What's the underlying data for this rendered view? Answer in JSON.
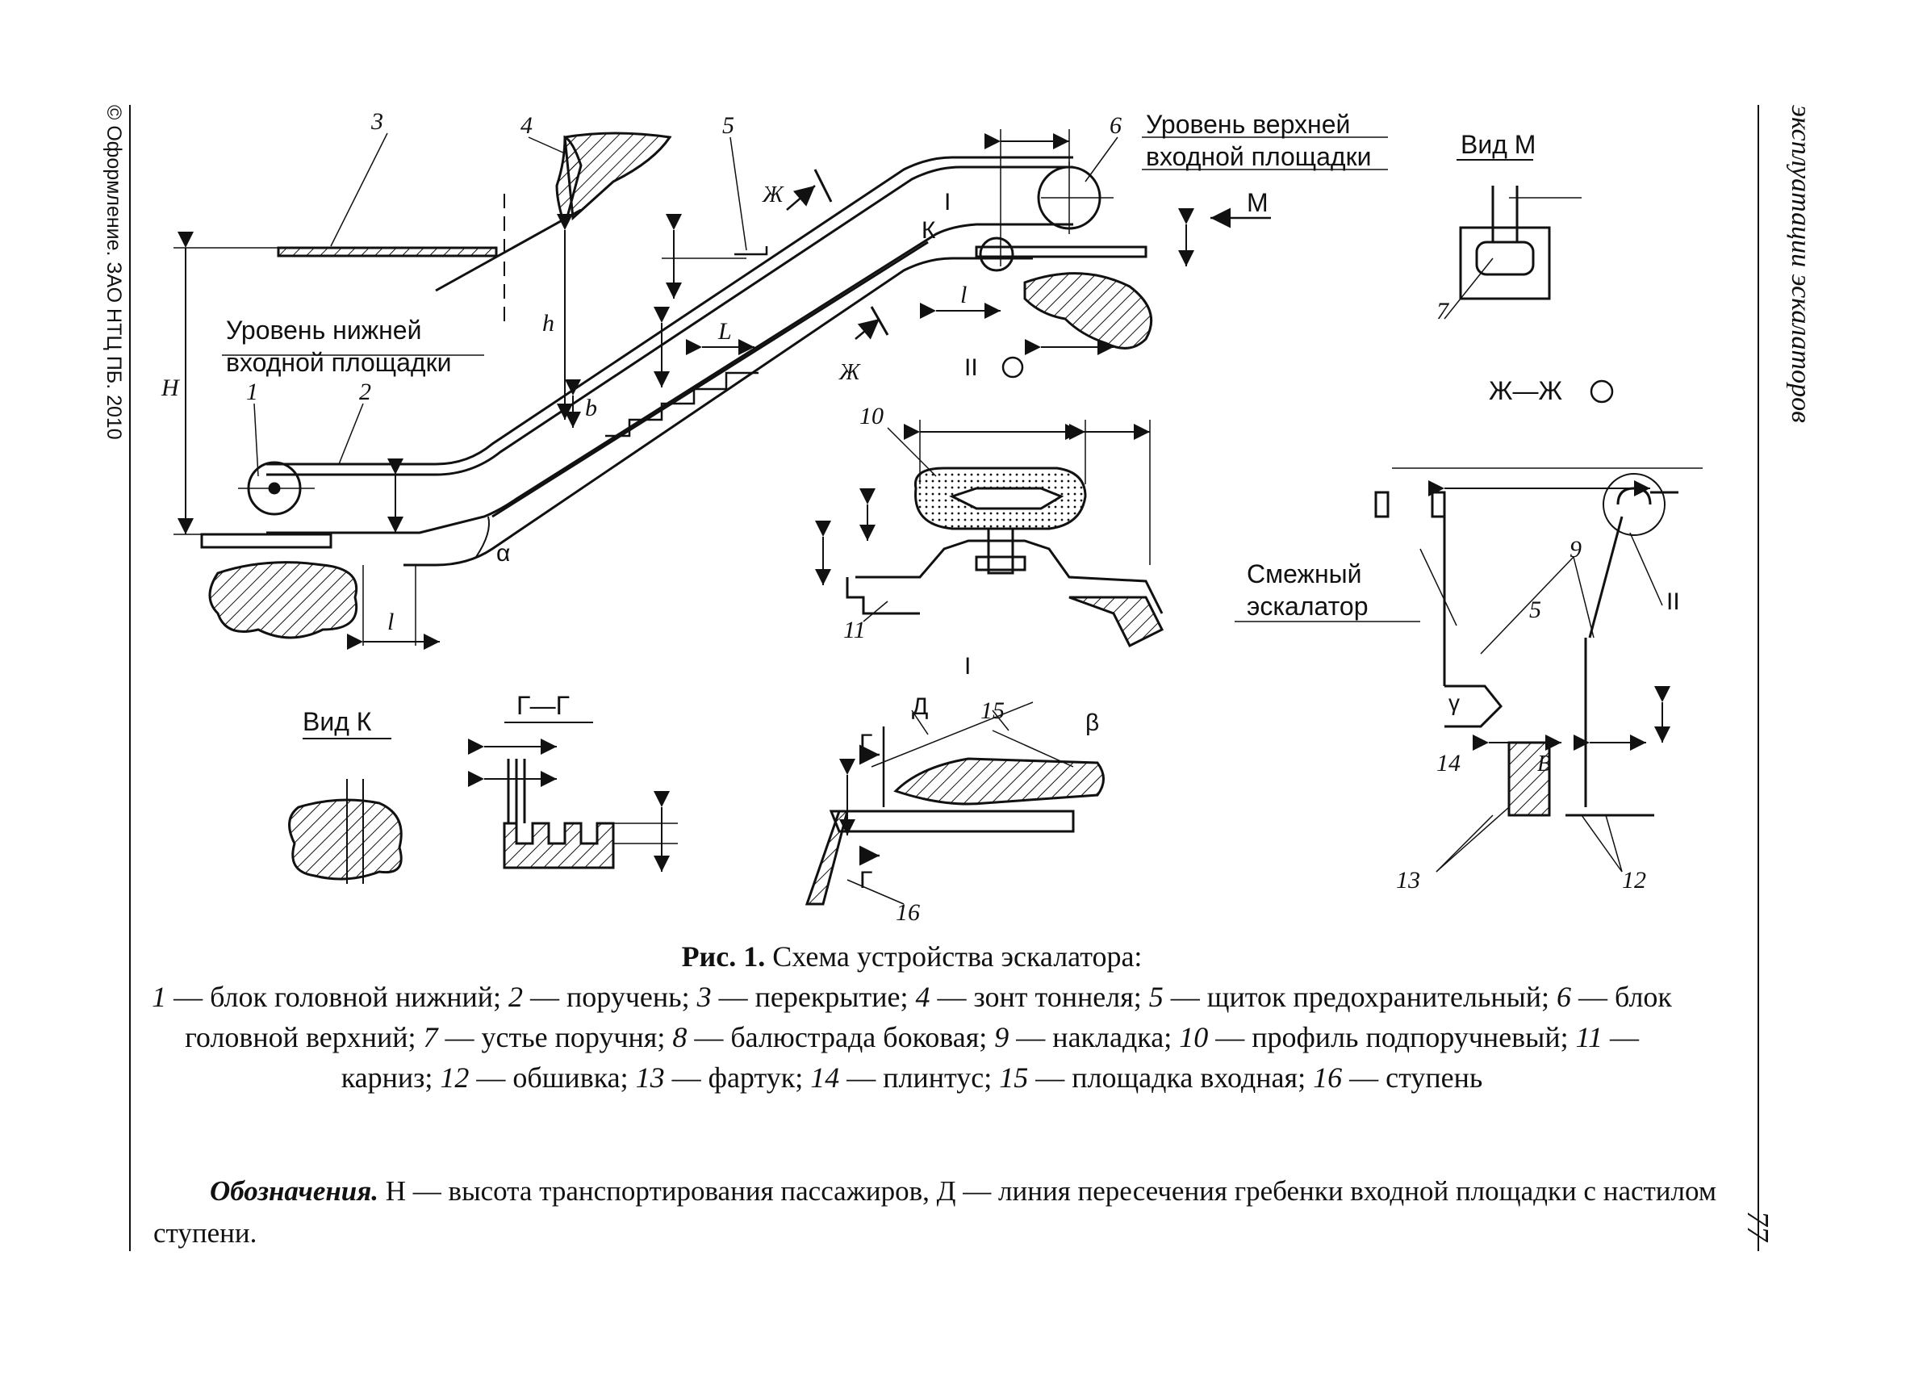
{
  "margins": {
    "left_text": "© Оформление. ЗАО НТЦ ПБ. 2010",
    "right_text": "эксплуатации эскалаторов",
    "page_number": "77"
  },
  "labels": {
    "level_upper_1": "Уровень верхней",
    "level_upper_2": "входной площадки",
    "level_lower_1": "Уровень нижней",
    "level_lower_2": "входной площадки",
    "view_m": "Вид М",
    "view_k": "Вид К",
    "section_zh": "Ж—Ж",
    "section_g": "Г—Г",
    "adjacent_1": "Смежный",
    "adjacent_2": "эскалатор",
    "detail_I": "I",
    "detail_II": "II",
    "detail_I_top": "I",
    "detail_II_right": "II",
    "letter_K": "К",
    "letter_M": "М",
    "letter_D": "Д",
    "letter_G1": "Г",
    "letter_G2": "Г",
    "zh1": "Ж",
    "zh2": "Ж",
    "H": "H",
    "h1": "h",
    "alpha": "α",
    "beta": "β",
    "gamma": "γ",
    "l": "l",
    "l_bottom": "l",
    "L": "L",
    "b": "b",
    "B": "B",
    "n1": "1",
    "n2": "2",
    "n3": "3",
    "n4": "4",
    "n5": "5",
    "n6": "6",
    "n7": "7",
    "n9": "9",
    "n10": "10",
    "n11": "11",
    "n12": "12",
    "n13": "13",
    "n14": "14",
    "n15": "15",
    "n16": "16",
    "n5b": "5"
  },
  "caption": {
    "lead": "Рис. 1.",
    "title": " Схема устройства эскалатора:",
    "items": [
      {
        "n": "1",
        "t": " — блок головной нижний; "
      },
      {
        "n": "2",
        "t": " — поручень; "
      },
      {
        "n": "3",
        "t": " — перекрытие; "
      },
      {
        "n": "4",
        "t": " — зонт тоннеля; "
      },
      {
        "n": "5",
        "t": " — щиток предохранительный; "
      },
      {
        "n": "6",
        "t": " — блок головной верхний; "
      },
      {
        "n": "7",
        "t": " — устье поручня; "
      },
      {
        "n": "8",
        "t": " — балюстрада боковая; "
      },
      {
        "n": "9",
        "t": " — накладка; "
      },
      {
        "n": "10",
        "t": " — профиль подпоручневый; "
      },
      {
        "n": "11",
        "t": " — карниз; "
      },
      {
        "n": "12",
        "t": " — обшивка; "
      },
      {
        "n": "13",
        "t": " — фартук; "
      },
      {
        "n": "14",
        "t": " — плинтус; "
      },
      {
        "n": "15",
        "t": " — площадка входная; "
      },
      {
        "n": "16",
        "t": " — ступень"
      }
    ]
  },
  "notes": {
    "lead": "Обозначения.",
    "text": " H — высота транспортирования пассажиров, Д — линия пересечения гребенки входной площадки с настилом ступени."
  }
}
